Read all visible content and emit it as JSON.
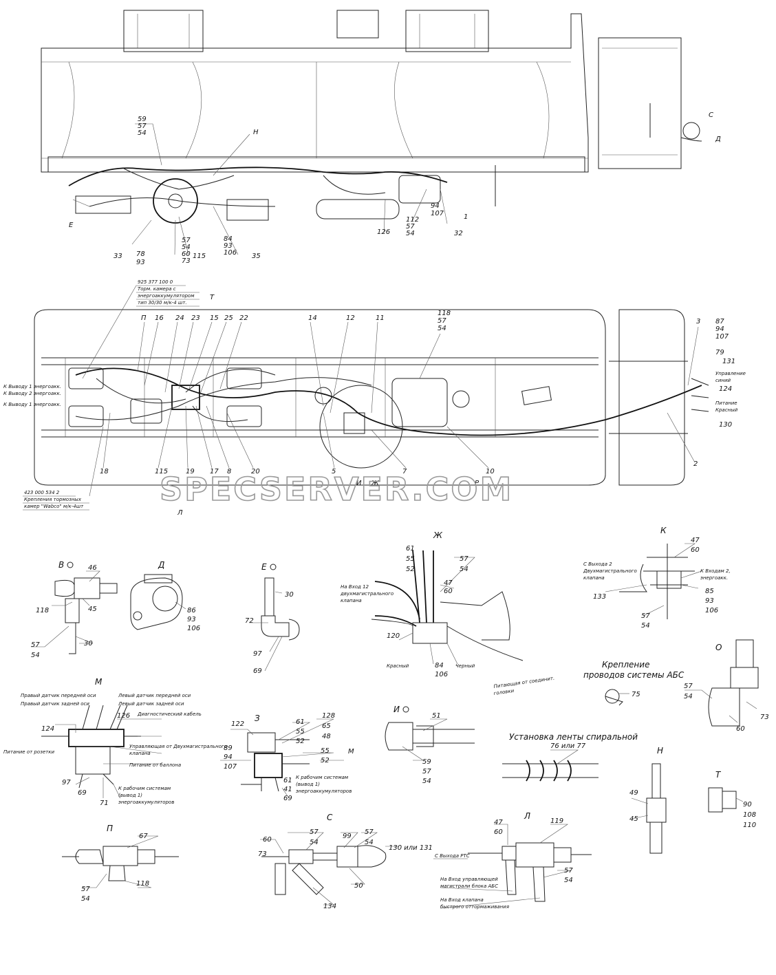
{
  "watermark": "SPECSERVER.COM",
  "side_view": {
    "callouts": [
      "59",
      "57",
      "54",
      "Н",
      "С",
      "Д",
      "Е",
      "33",
      "78",
      "93",
      "57",
      "54",
      "60",
      "73",
      "115",
      "84",
      "93",
      "106",
      "35",
      "126",
      "112",
      "57",
      "54",
      "94",
      "107",
      "1",
      "32"
    ]
  },
  "plan_view": {
    "note_top": [
      "925 377 100 0",
      "Торм. камера с",
      "энергоаккумулятором",
      "тип 30/30 м/к-4 шт."
    ],
    "note_bottom": [
      "423 000 534 2",
      "Крепления тормозных",
      "камер \"Wabco\" м/к-4шт"
    ],
    "left_labels": [
      "К Выводу 1 энергоакк.",
      "К Выводу 2 энергоакк.",
      "К Выводу 1 энергоакк."
    ],
    "right_labels": [
      "Управление",
      "синий",
      "Питание",
      "Красный"
    ],
    "callouts_top": [
      "П",
      "16",
      "24",
      "23",
      "Т",
      "15",
      "25",
      "22",
      "14",
      "12",
      "11",
      "118",
      "57",
      "54",
      "3",
      "87",
      "94",
      "107",
      "79",
      "131",
      "124",
      "130",
      "2"
    ],
    "callouts_bottom": [
      "18",
      "115",
      "19",
      "17",
      "8",
      "20",
      "Л",
      "5",
      "И",
      "Ж",
      "7",
      "Р",
      "10"
    ]
  },
  "details": {
    "V": {
      "title": "В",
      "callouts": [
        "46",
        "118",
        "45",
        "57",
        "54",
        "30"
      ]
    },
    "D": {
      "title": "Д",
      "callouts": [
        "86",
        "93",
        "106"
      ]
    },
    "E": {
      "title": "Е",
      "callouts": [
        "30",
        "72",
        "97",
        "69"
      ]
    },
    "ZH": {
      "title": "Ж",
      "callouts": [
        "61",
        "55",
        "52",
        "57",
        "54",
        "47",
        "60",
        "120",
        "84",
        "106"
      ],
      "labels": [
        "На Вход 12",
        "двухмагистрального",
        "клапана",
        "Красный",
        "Черный",
        "Питающая от соединит.",
        "головки"
      ]
    },
    "K": {
      "title": "К",
      "callouts": [
        "47",
        "60",
        "133",
        "85",
        "93",
        "106",
        "57",
        "54"
      ],
      "labels": [
        "С Выхода 2",
        "Двухмагистрального",
        "клапана",
        "К Входам 2,",
        "энергоакк."
      ]
    },
    "O": {
      "title": "О",
      "callouts": [
        "57",
        "54",
        "60",
        "73"
      ]
    },
    "M": {
      "title": "М",
      "callouts": [
        "124",
        "126",
        "97",
        "69",
        "71"
      ],
      "labels": [
        "Правый датчик передней оси",
        "Правый датчик задней оси",
        "Левый датчик передней оси",
        "Левый датчик задней оси",
        "Диагностический кабель",
        "Питание от розетки",
        "Управляющая от Двухмагистрального",
        "клапана",
        "Питание от баллона",
        "К рабочим системам",
        "(вывод 1)",
        "энергоаккумуляторов"
      ]
    },
    "Z": {
      "title": "З",
      "callouts": [
        "122",
        "61",
        "55",
        "52",
        "128",
        "65",
        "48",
        "89",
        "94",
        "107",
        "55",
        "52",
        "61",
        "41",
        "69",
        "М"
      ],
      "labels": [
        "К рабочим системам",
        "(вывод 1)",
        "энергоаккумуляторов"
      ]
    },
    "I": {
      "title": "И",
      "callouts": [
        "51",
        "59",
        "57",
        "54"
      ]
    },
    "ABS": {
      "labels": [
        "Крепление",
        "проводов системы АБС"
      ],
      "callouts": [
        "75"
      ]
    },
    "SPIRAL": {
      "labels": [
        "Установка ленты спиральной"
      ],
      "callouts": [
        "76 или 77"
      ]
    },
    "N": {
      "title": "Н",
      "callouts": [
        "49",
        "45"
      ]
    },
    "T": {
      "title": "Т",
      "callouts": [
        "90",
        "108",
        "110"
      ]
    },
    "P": {
      "title": "П",
      "callouts": [
        "67",
        "57",
        "54",
        "118"
      ]
    },
    "S": {
      "title": "С",
      "callouts": [
        "60",
        "73",
        "57",
        "54",
        "99",
        "57",
        "54",
        "130 или 131",
        "50",
        "134"
      ]
    },
    "L": {
      "title": "Л",
      "callouts": [
        "47",
        "60",
        "119",
        "57",
        "54"
      ],
      "labels": [
        "С Выхода РТС",
        "На Вход управляющей",
        "магистрали блока АБС",
        "На Вход клапана",
        "быстрого оттормаживания"
      ]
    }
  }
}
